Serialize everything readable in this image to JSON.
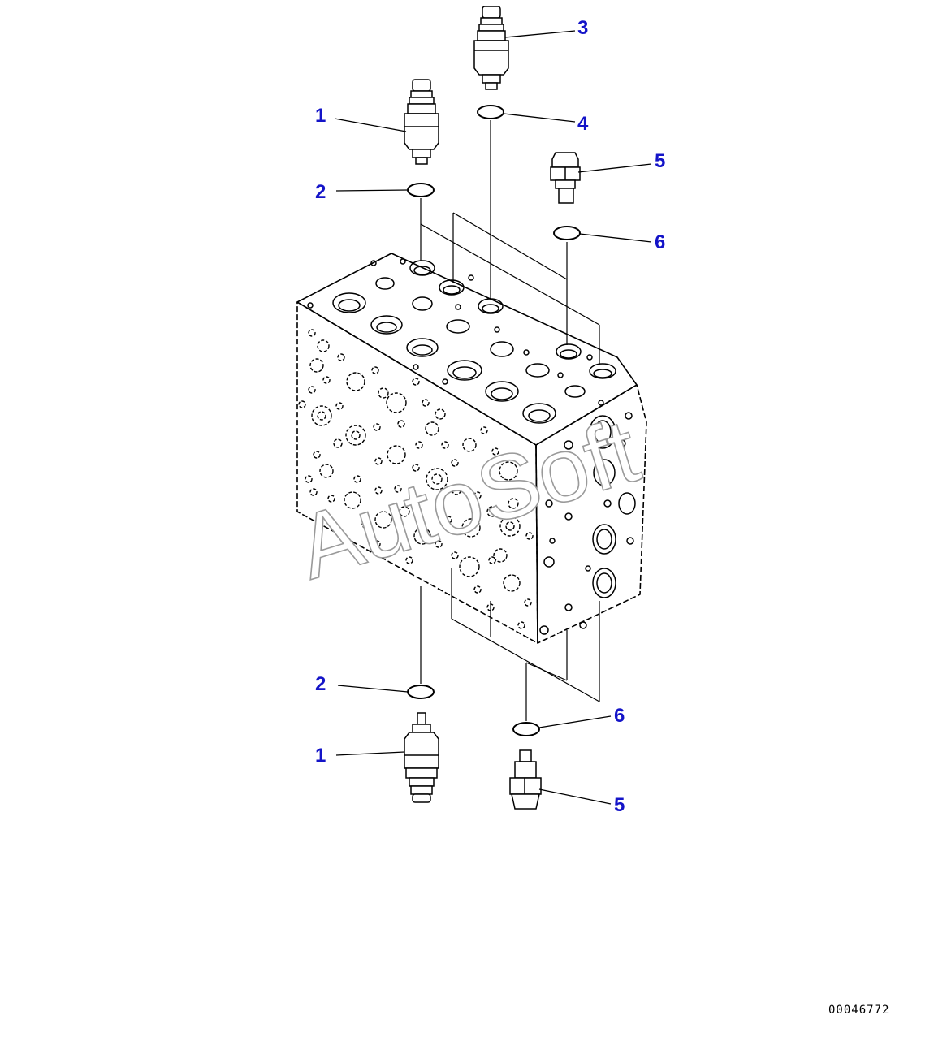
{
  "diagram": {
    "kind": "exploded parts illustration",
    "callouts": [
      {
        "id": "c1-top",
        "number": "1"
      },
      {
        "id": "c2-top",
        "number": "2"
      },
      {
        "id": "c3",
        "number": "3"
      },
      {
        "id": "c4",
        "number": "4"
      },
      {
        "id": "c5-top",
        "number": "5"
      },
      {
        "id": "c6-top",
        "number": "6"
      },
      {
        "id": "c2-bottom",
        "number": "2"
      },
      {
        "id": "c6-bottom",
        "number": "6"
      },
      {
        "id": "c1-bottom",
        "number": "1"
      },
      {
        "id": "c5-bottom",
        "number": "5"
      }
    ],
    "drawing_number": "00046772",
    "watermark": "AutoSoft",
    "colors": {
      "callout": "#1414c8",
      "line": "#000000",
      "watermark": "#9a9a9a",
      "background": "#ffffff"
    }
  }
}
